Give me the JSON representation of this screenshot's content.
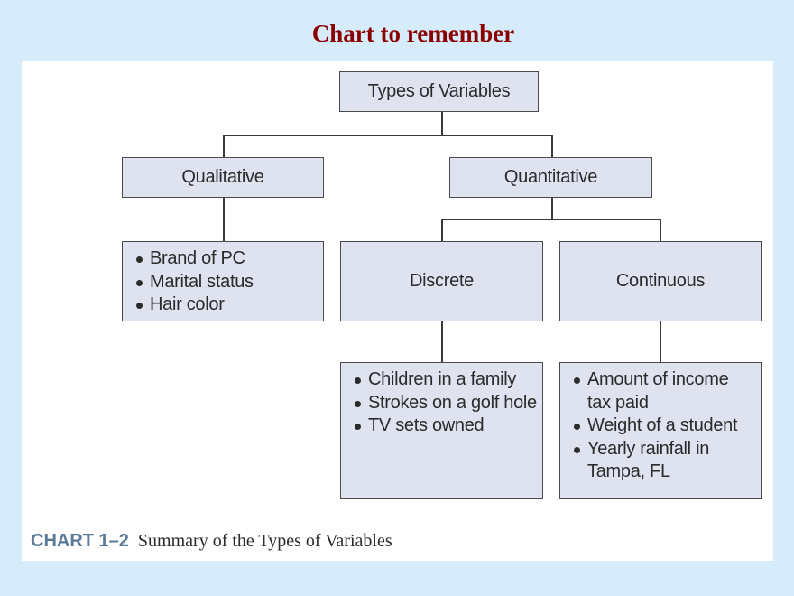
{
  "slide": {
    "title": "Chart to remember"
  },
  "diagram": {
    "root": {
      "label": "Types of Variables"
    },
    "qualitative": {
      "label": "Qualitative",
      "examples": [
        "Brand of PC",
        "Marital status",
        "Hair color"
      ]
    },
    "quantitative": {
      "label": "Quantitative"
    },
    "discrete": {
      "label": "Discrete",
      "examples": [
        "Children in a family",
        "Strokes on a golf hole",
        "TV sets owned"
      ]
    },
    "continuous": {
      "label": "Continuous",
      "examples": [
        "Amount of income\ntax paid",
        "Weight of a student",
        "Yearly rainfall in\nTampa, FL"
      ]
    }
  },
  "caption": {
    "label": "CHART 1–2",
    "text": "Summary of the Types of Variables"
  },
  "colors": {
    "background": "#d7ecfa",
    "title": "#8b0000",
    "node_fill": "#dfe3f0",
    "caption_label": "#5b7a98"
  }
}
